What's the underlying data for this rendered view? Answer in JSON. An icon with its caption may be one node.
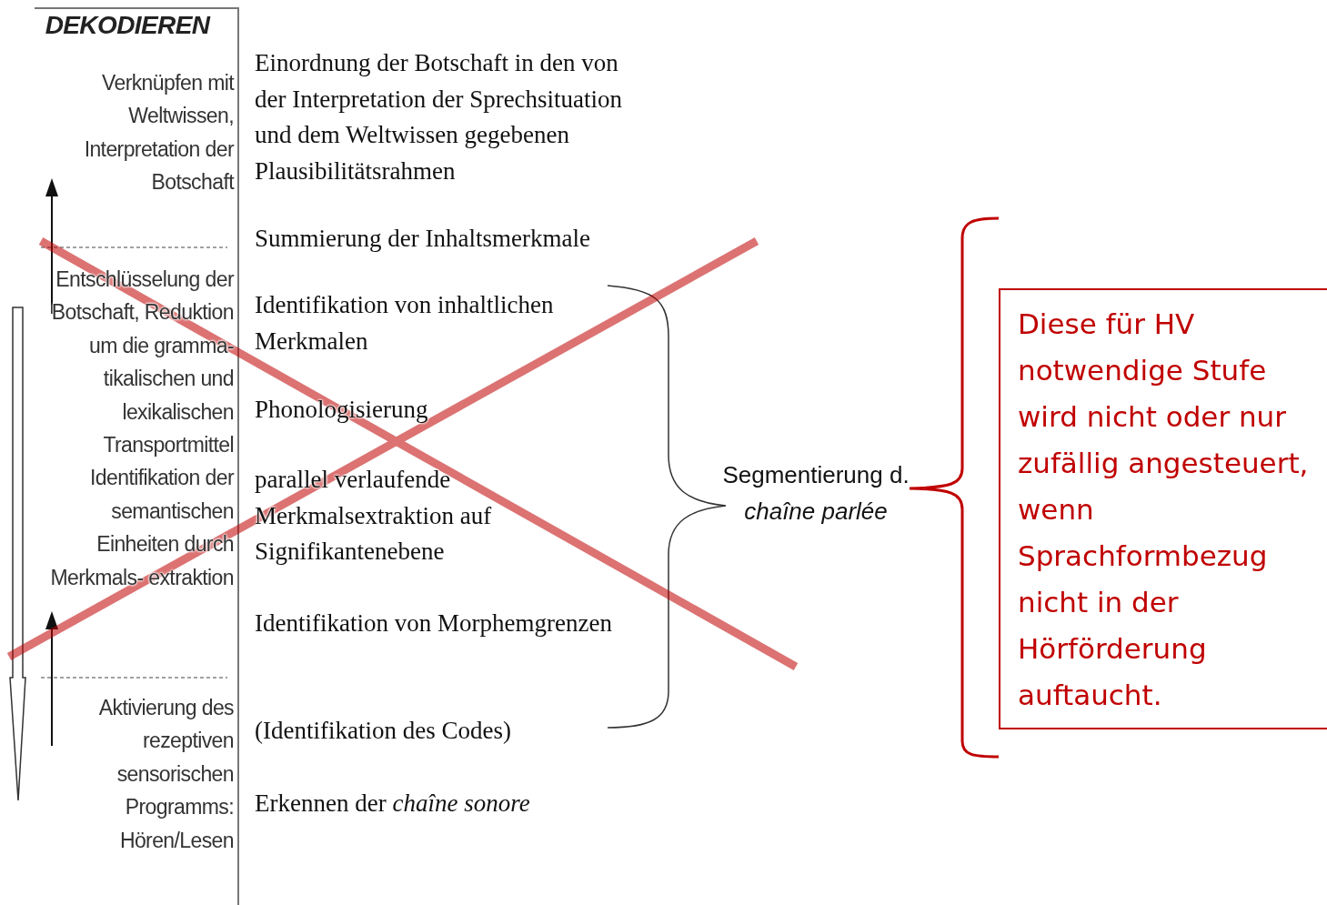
{
  "diagram": {
    "nodes": [
      {
        "text": [
          "Diese für HV notwendige Stufe wird nicht oder nur zufällig angesteuert, wenn Sprachformbezug nicht in der Hörförderung auftaucht."
        ]
      }
    ],
    "labels": [
      "DEKODIEREN",
      "Verknüpfen mit Weltwissen, Interpretation der Botschaft",
      "Einordnung der Botschaft in den von der Interpretation der Sprechsituation und dem Weltwissen gegebenen Plausibilitätsrahmen",
      "Summierung der Inhaltsmerkmale",
      "Entschlüsselung der Botschaft, Reduktion um die gramma- tikalischen und lexikalischen Transportmittel Identifikation der semantischen Einheiten durch Merkmals- extraktion",
      "Identifikation von inhaltlichen Merkmalen",
      "Phonologisierung",
      "parallel verlaufende Merkmalsextraktion auf Signifikantenebene",
      "Segmentierung d. *chaîne parlée*",
      "Identifikation von Morphemgrenzen",
      "Aktivierung des rezeptiven sensorischen Programms: Hören/Lesen",
      "(Identifikation des Codes)",
      "Erkennen der *chaîne sonore*"
    ]
  }
}
